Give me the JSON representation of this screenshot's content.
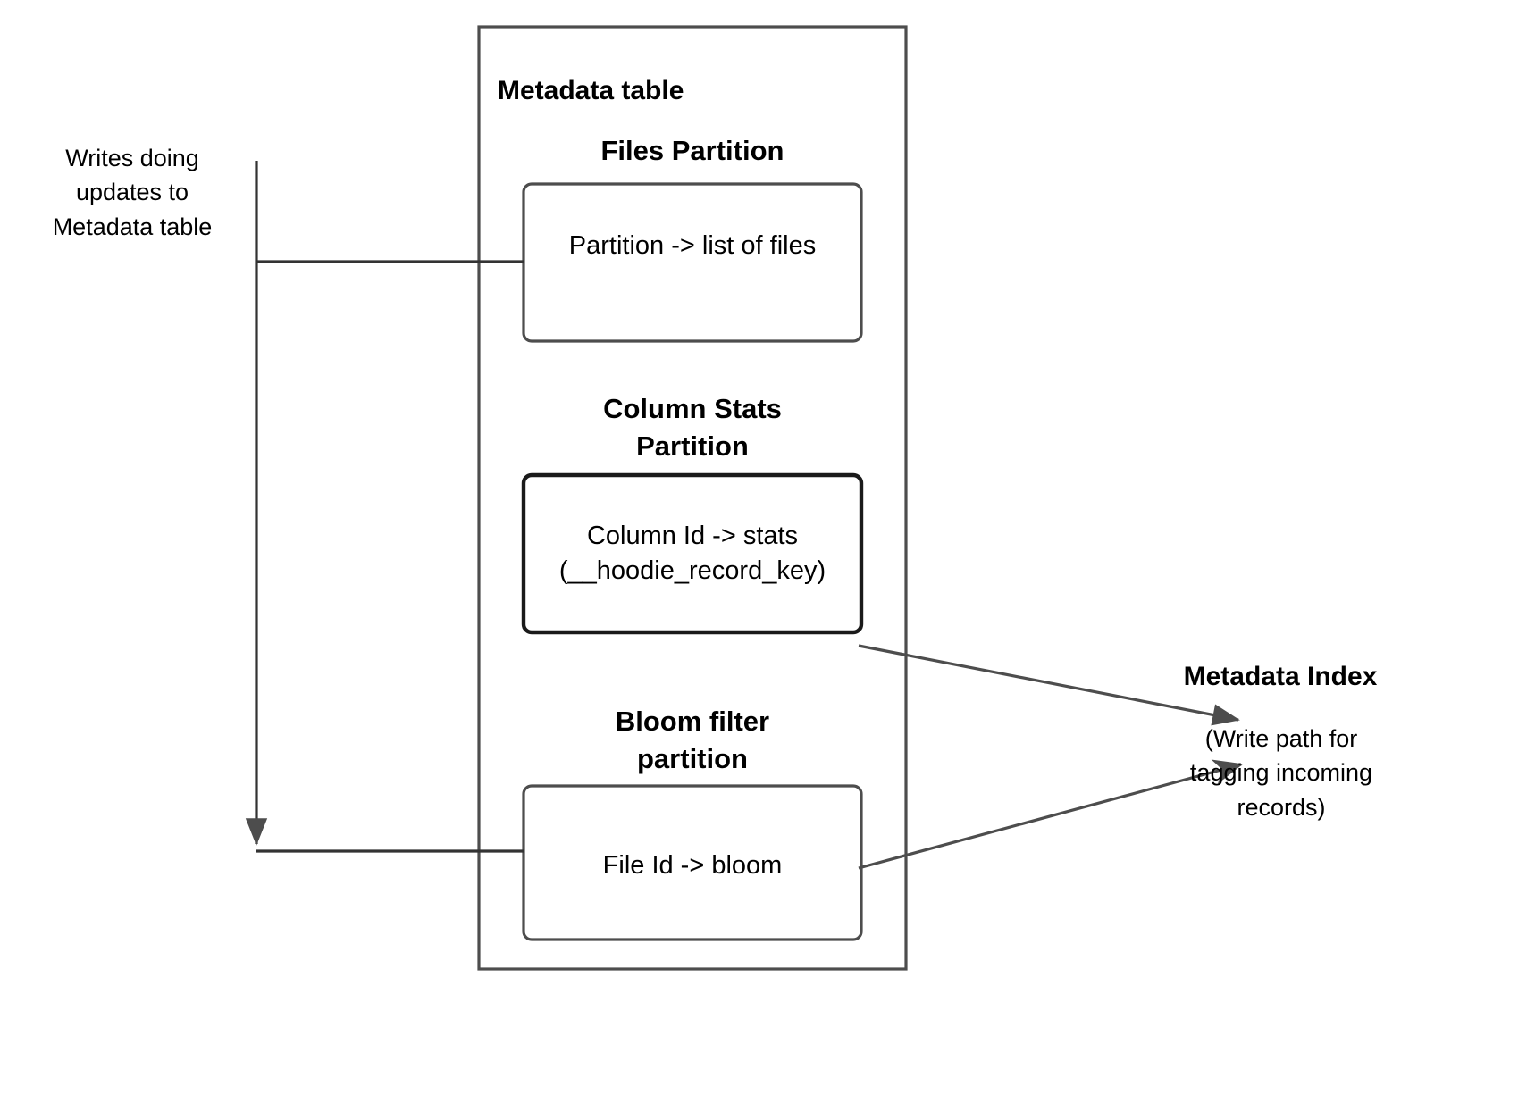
{
  "diagram": {
    "title": "Hudi Metadata table partitions and metadata index write path",
    "notes": {
      "writes_note": "Writes doing\nupdates to\nMetadata table"
    },
    "metadata_table": {
      "label": "Metadata table",
      "partitions": [
        {
          "id": "files-partition",
          "heading": "Files Partition",
          "box_label": "Partition -> list of files"
        },
        {
          "id": "column-stats-partition",
          "heading": "Column Stats\nPartition",
          "box_label": "Column Id  -> stats\n(__hoodie_record_key)"
        },
        {
          "id": "bloom-filter-partition",
          "heading": "Bloom filter\npartition",
          "box_label": "File Id -> bloom"
        }
      ]
    },
    "metadata_index": {
      "label": "Metadata Index",
      "description": "(Write path for\ntagging incoming\nrecords)"
    },
    "colors": {
      "stroke": "#4d4d4d",
      "stroke_strong": "#1a1a1a",
      "arrow_fill": "#4d4d4d",
      "text": "#000000",
      "background": "#ffffff"
    }
  }
}
